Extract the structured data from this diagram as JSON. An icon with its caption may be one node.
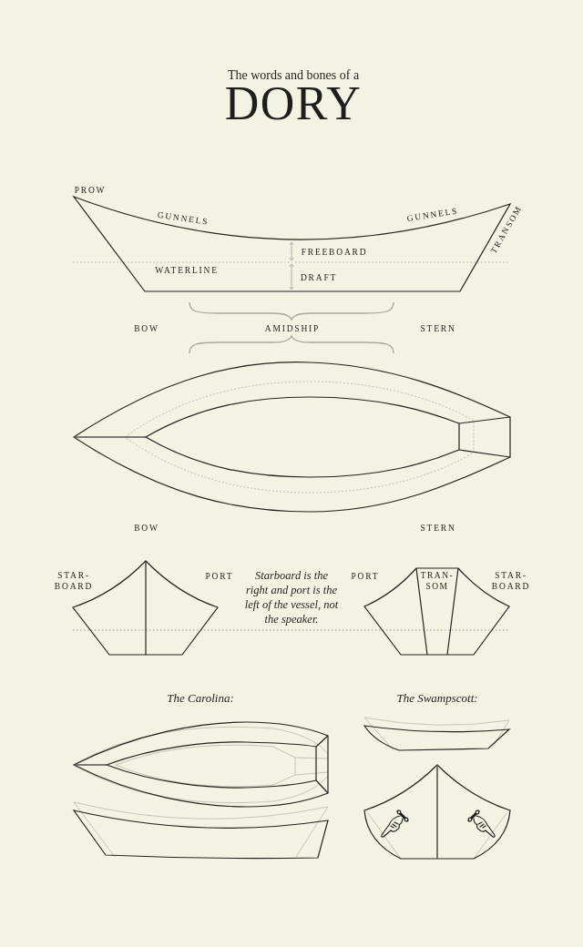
{
  "diagram": {
    "title": "DORY",
    "labels": [
      "The words and bones of a",
      "PROW",
      "GUNNELS",
      "GUNNELS",
      "TRANSOM",
      "FREEBOARD",
      "WATERLINE",
      "DRAFT",
      "BOW",
      "AMIDSHIP",
      "STERN",
      "BOW",
      "STERN",
      "STAR- BOARD",
      "PORT",
      "Starboard is the right and port is the left of the vessel, not the speaker.",
      "PORT",
      "TRAN- SOM",
      "STAR- BOARD",
      "The Carolina:",
      "The Swampscott:"
    ]
  }
}
